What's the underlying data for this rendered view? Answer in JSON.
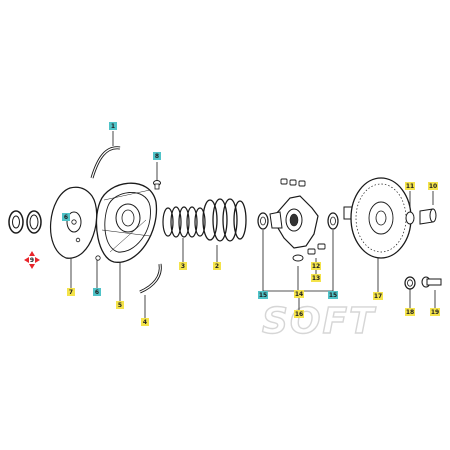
{
  "watermark": "SOFT",
  "colors": {
    "yellow": "#f4e34a",
    "teal": "#4fc3c8",
    "red": "#e8242a",
    "line": "#1a1a1a"
  },
  "callouts": [
    {
      "num": "1",
      "fill": "teal"
    },
    {
      "num": "2",
      "fill": "yellow"
    },
    {
      "num": "3",
      "fill": "yellow"
    },
    {
      "num": "4",
      "fill": "yellow"
    },
    {
      "num": "5",
      "fill": "yellow"
    },
    {
      "num": "6",
      "fill": "teal"
    },
    {
      "num": "6",
      "fill": "teal"
    },
    {
      "num": "7",
      "fill": "yellow"
    },
    {
      "num": "8",
      "fill": "teal"
    },
    {
      "num": "9",
      "fill": "red"
    },
    {
      "num": "10",
      "fill": "yellow"
    },
    {
      "num": "11",
      "fill": "yellow"
    },
    {
      "num": "12",
      "fill": "yellow"
    },
    {
      "num": "13",
      "fill": "yellow"
    },
    {
      "num": "14",
      "fill": "yellow"
    },
    {
      "num": "15",
      "fill": "teal"
    },
    {
      "num": "15",
      "fill": "teal"
    },
    {
      "num": "16",
      "fill": "yellow"
    },
    {
      "num": "17",
      "fill": "yellow"
    },
    {
      "num": "18",
      "fill": "yellow"
    },
    {
      "num": "19",
      "fill": "yellow"
    }
  ]
}
